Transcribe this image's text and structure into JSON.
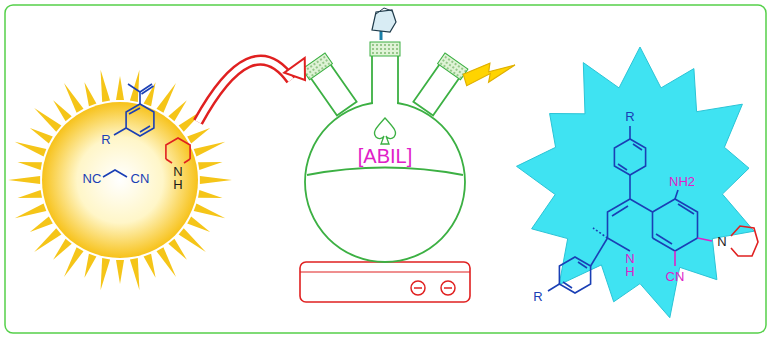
{
  "diagram": {
    "nodes": [
      {
        "text": [
          "R",
          "NC",
          "CN",
          "N",
          "H"
        ]
      },
      {
        "text": [
          "[ABIL]"
        ]
      },
      {
        "text": [
          "R",
          "NH2",
          "N",
          "N",
          "H",
          "CN",
          "R"
        ]
      }
    ],
    "edges": [
      {
        "from": 0,
        "to": 1,
        "arrow": "to"
      },
      {
        "from": 1,
        "to": 2,
        "arrow": "to"
      }
    ]
  }
}
